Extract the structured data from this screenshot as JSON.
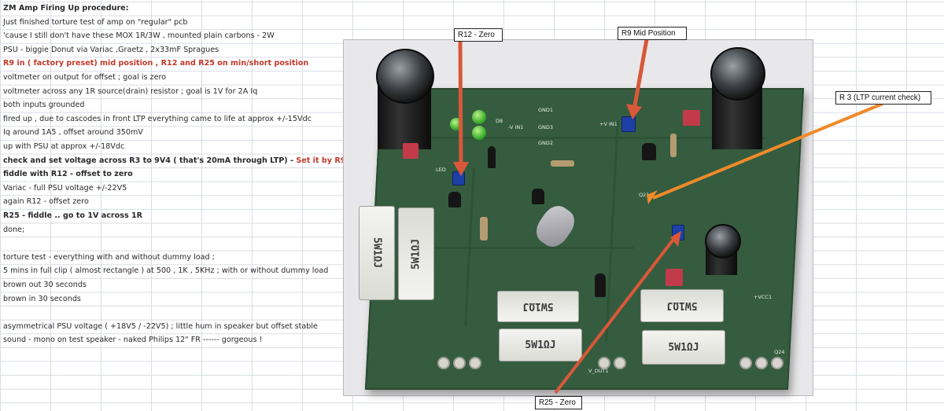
{
  "notes": [
    {
      "text": "ZM Amp Firing Up procedure:",
      "style": "bold"
    },
    {
      "text": "Just finished torture test of amp on \"regular\" pcb",
      "style": "normal"
    },
    {
      "text": "'cause I still don't have these MOX 1R/3W , mounted plain carbons - 2W",
      "style": "normal"
    },
    {
      "text": "PSU - biggie Donut via Variac ,Graetz , 2x33mF Spragues",
      "style": "normal"
    },
    {
      "text": "R9 in ( factory preset) mid position , R12 and R25 on min/short position",
      "style": "red"
    },
    {
      "text": "voltmeter on output for offset ; goal is zero",
      "style": "normal"
    },
    {
      "text": "voltmeter across any 1R source(drain) resistor ; goal is 1V for 2A Iq",
      "style": "normal"
    },
    {
      "text": "both inputs grounded",
      "style": "normal"
    },
    {
      "text": "fired up , due to cascodes in front LTP everything came to life at approx +/-15Vdc",
      "style": "normal"
    },
    {
      "text": "Iq around 1A5 , offset around 350mV",
      "style": "normal"
    },
    {
      "text": "up with PSU at approx +/-18Vdc",
      "style": "normal"
    },
    {
      "text": "check and set voltage across R3 to 9V4 ( that's 20mA through LTP) - ",
      "style": "bold",
      "tail": "Set it by R9"
    },
    {
      "text": "fiddle with R12 - offset to zero",
      "style": "bold"
    },
    {
      "text": "Variac - full PSU voltage +/-22V5",
      "style": "normal"
    },
    {
      "text": "again R12 - offset zero",
      "style": "normal"
    },
    {
      "text": "R25 - fiddle .. go to 1V across 1R",
      "style": "bold"
    },
    {
      "text": "done;",
      "style": "normal"
    },
    {
      "text": "",
      "style": "normal"
    },
    {
      "text": "torture test - everything with and without dummy load ;",
      "style": "normal"
    },
    {
      "text": "5 mins in full clip ( almost rectangle ) at 500 , 1K , 5KHz ; with or without dummy load",
      "style": "normal"
    },
    {
      "text": "brown out 30 seconds",
      "style": "normal"
    },
    {
      "text": "brown in 30 seconds",
      "style": "normal"
    },
    {
      "text": "",
      "style": "normal"
    },
    {
      "text": "asymmetrical PSU voltage ( +18V5 / -22V5) ; little hum in speaker but offset stable",
      "style": "normal"
    },
    {
      "text": "sound - mono on test speaker - naked Philips 12\" FR ------ gorgeous !",
      "style": "normal"
    }
  ],
  "callouts": {
    "r12": "R12 - Zero",
    "r9": "R9 Mid Position",
    "r3": "R 3 (LTP current check)",
    "r25": "R25 - Zero"
  },
  "board_labels": {
    "res_value": "5W1ΩJ",
    "gnd1": "GND1",
    "gnd2": "GND2",
    "gnd3": "GND3",
    "vin1_left": "-V IN1",
    "vin1_right": "+V IN1",
    "led": "LED",
    "vcc": "+VCC1",
    "vout": "V_OUT1",
    "q24": "Q24",
    "q21": "Q21",
    "d8": "D8"
  },
  "colors": {
    "arrow_red": "#d9583a",
    "arrow_orange": "#ef8a2a",
    "pcb_green": "#355c3e",
    "note_red": "#c0392b"
  }
}
